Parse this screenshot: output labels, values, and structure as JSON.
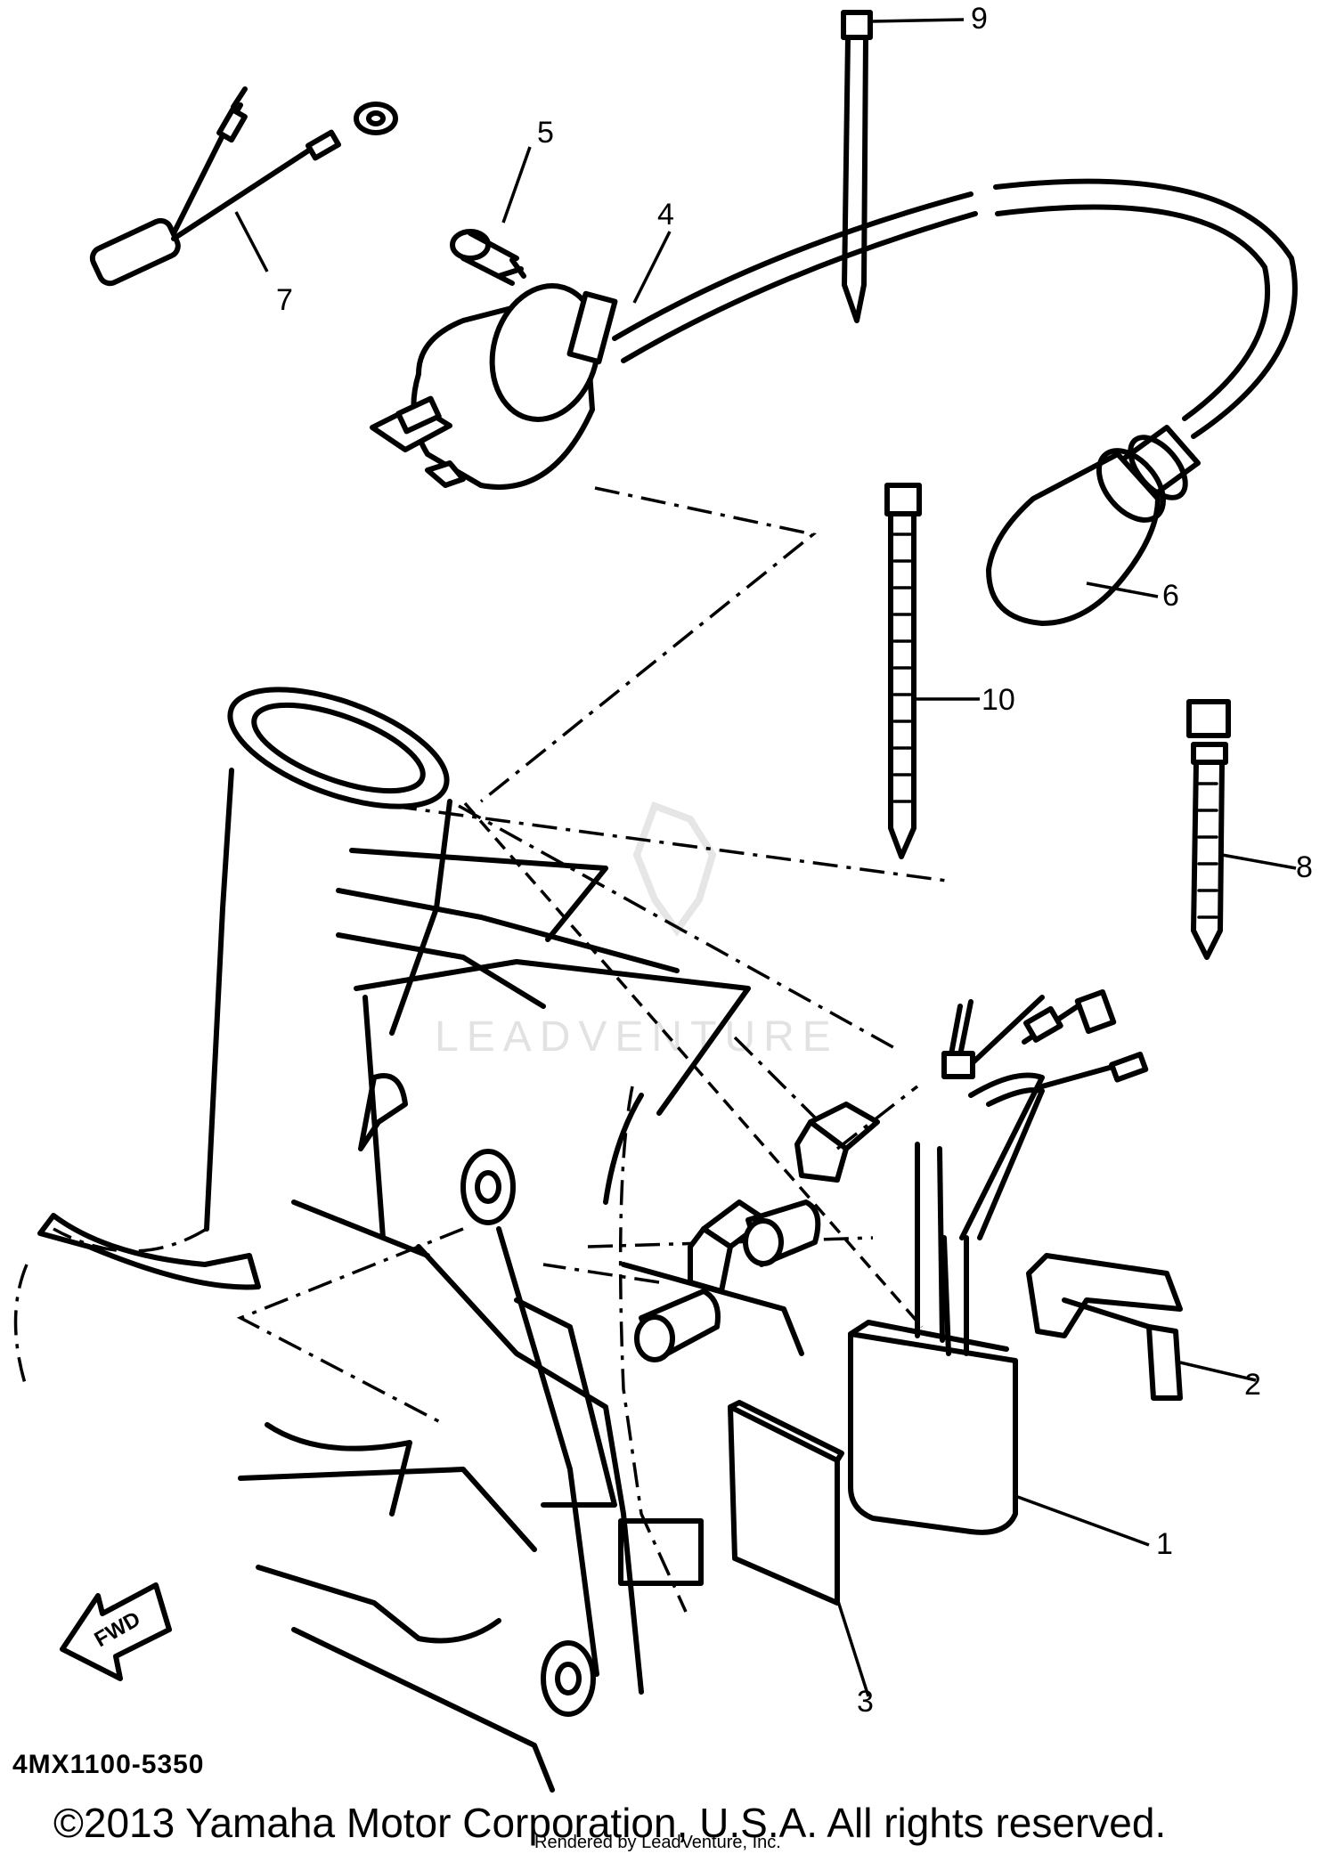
{
  "diagram": {
    "callouts": [
      "1",
      "2",
      "3",
      "4",
      "5",
      "6",
      "7",
      "8",
      "9",
      "10"
    ],
    "direction_arrow_label": "FWD",
    "diagram_code": "4MX1100-5350",
    "watermark": "LEADVENTURE"
  },
  "footer": {
    "copyright": "©2013 Yamaha Motor Corporation, U.S.A. All rights reserved.",
    "rendered_by": "Rendered by LeadVenture, Inc."
  }
}
